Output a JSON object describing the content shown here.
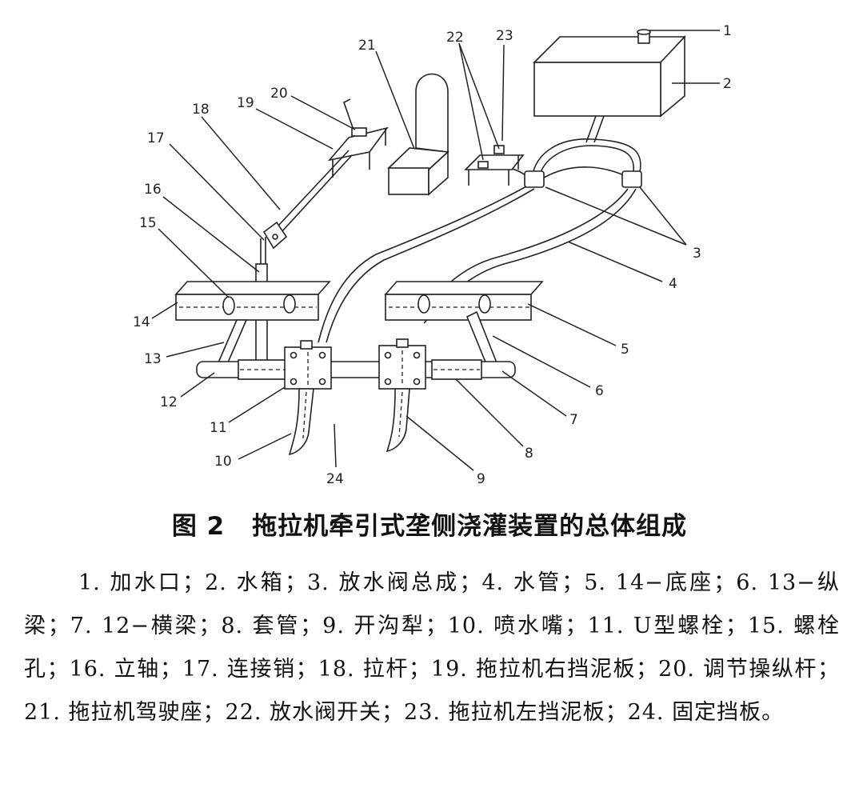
{
  "figure": {
    "labels": [
      "1",
      "2",
      "3",
      "4",
      "5",
      "6",
      "7",
      "8",
      "9",
      "10",
      "11",
      "12",
      "13",
      "14",
      "15",
      "16",
      "17",
      "18",
      "19",
      "20",
      "21",
      "22",
      "23",
      "24"
    ]
  },
  "caption": {
    "number": "图 2",
    "title": "拖拉机牵引式垄侧浇灌装置的总体组成"
  },
  "legend": {
    "text": "1. 加水口；2. 水箱；3. 放水阀总成；4. 水管；5. 14−底座；6. 13−纵梁；7. 12−横梁；8. 套管；9. 开沟犁；10. 喷水嘴；11. U型螺栓；15. 螺栓孔；16. 立轴；17. 连接销；18. 拉杆；19. 拖拉机右挡泥板；20. 调节操纵杆；21. 拖拉机驾驶座；22. 放水阀开关；23. 拖拉机左挡泥板；24. 固定挡板。"
  }
}
